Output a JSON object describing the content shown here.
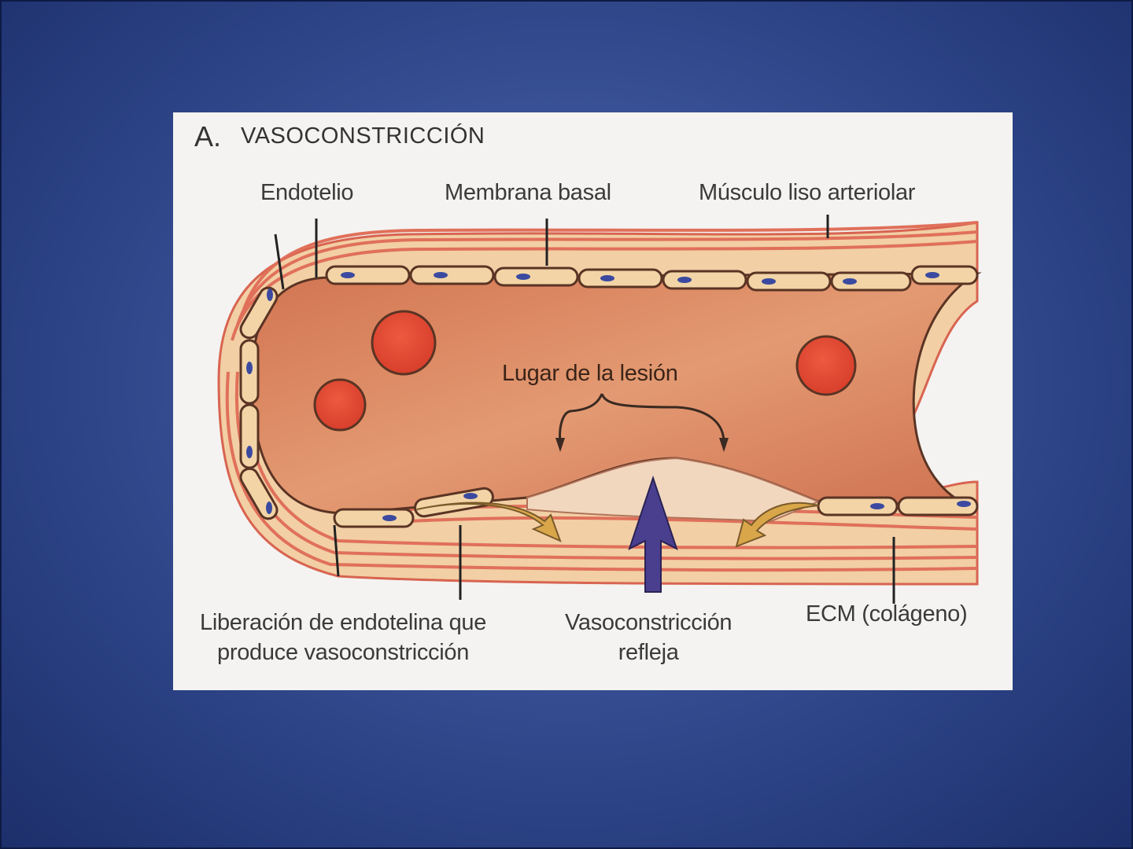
{
  "figure": {
    "panel_letter": "A.",
    "title": "VASOCONSTRICCIÓN",
    "labels": {
      "endotelio": "Endotelio",
      "membrana_basal": "Membrana basal",
      "musculo_liso": "Músculo liso arteriolar",
      "lugar_lesion": "Lugar de la lesión",
      "liberacion_line1": "Liberación de endotelina que",
      "liberacion_line2": "produce vasoconstricción",
      "vaso_refleja_line1": "Vasoconstricción",
      "vaso_refleja_line2": "refleja",
      "ecm": "ECM (colágeno)"
    },
    "colors": {
      "background_blue": "#3c5599",
      "lumen": "#d9825c",
      "muscle_stripe": "#e0705a",
      "membrane": "#f0d4a8",
      "rbc": "#e24b35",
      "nucleus": "#3b4aa0",
      "reflex_arrow": "#4a3f8f",
      "endothelin_arrow": "#d9a64a"
    }
  }
}
